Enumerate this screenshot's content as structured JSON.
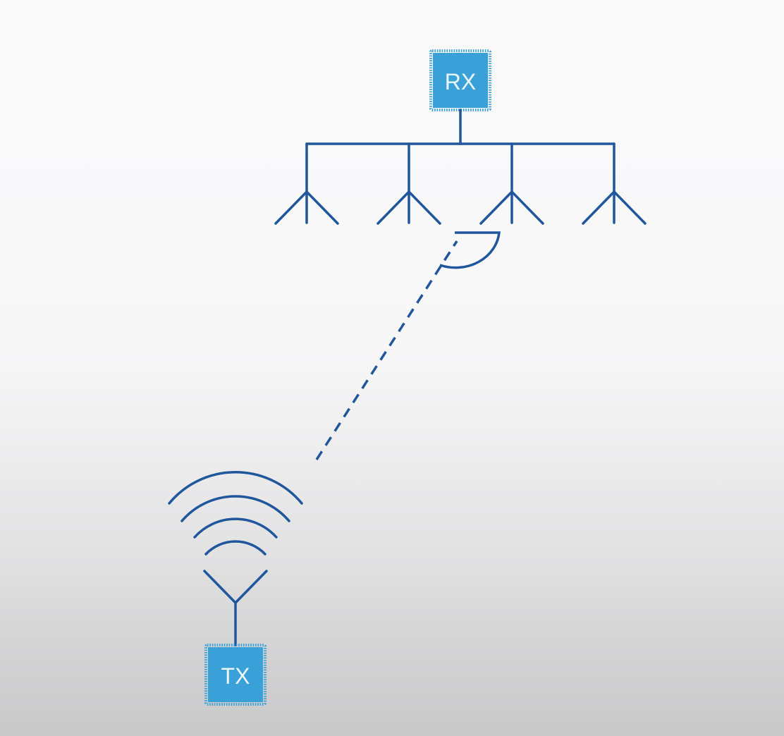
{
  "receiver": {
    "label": "RX",
    "antenna_count": 4
  },
  "transmitter": {
    "label": "TX",
    "wave_count": 4
  },
  "colors": {
    "line": "#1f569c",
    "chip": "#3aa0d8",
    "chip_text": "#eaf6fd"
  },
  "icons": [
    "chip-icon",
    "antenna-icon",
    "wifi-waves-icon"
  ]
}
